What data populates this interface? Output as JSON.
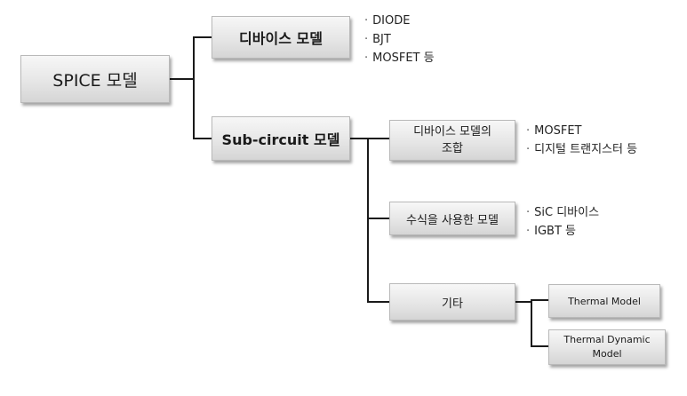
{
  "root": {
    "label": "SPICE 모델"
  },
  "device_model": {
    "label": "디바이스 모델",
    "items": [
      "DIODE",
      "BJT",
      "MOSFET 등"
    ]
  },
  "subcircuit_model": {
    "label": "Sub-circuit 모델"
  },
  "combination": {
    "label": "디바이스 모델의\n조합",
    "items": [
      "MOSFET",
      "디지털 트랜지스터 등"
    ]
  },
  "equation_model": {
    "label": "수식을 사용한 모델",
    "items": [
      "SiC 디바이스",
      "IGBT 등"
    ]
  },
  "etc": {
    "label": "기타"
  },
  "thermal_model": {
    "label": "Thermal Model"
  },
  "thermal_dynamic_model": {
    "label": "Thermal Dynamic\nModel"
  }
}
